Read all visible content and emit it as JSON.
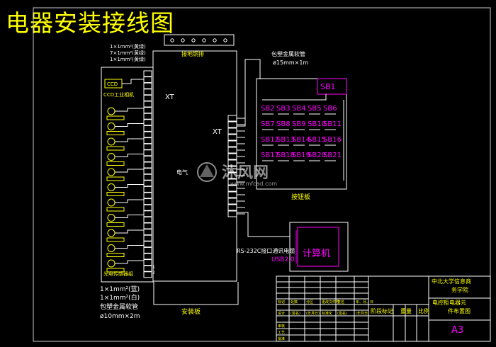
{
  "title": "电器安装接线图",
  "ground_bar": "接地铜排",
  "wire_notes": [
    "1×1mm²(黄绿)",
    "7×1mm²(黄绿)",
    "1×1mm²(黄绿)"
  ],
  "ccd_label": "CCD",
  "ccd_caption": "CCD工业相机",
  "xt_left": "XT",
  "xt_right": "XT",
  "elec_label": "电气",
  "sensor_group": "光电传感器组",
  "terminal_nums": [
    "1",
    "2"
  ],
  "pipe_top_title": "包塑金属软管",
  "pipe_top_spec": "ø15mm×1m",
  "sb_first": "SB1",
  "sb_rows": [
    [
      "SB2",
      "SB3",
      "SB4",
      "SB5",
      "SB6"
    ],
    [
      "SB7",
      "SB8",
      "SB9",
      "SB10",
      "SB11"
    ],
    [
      "SB12",
      "SB13",
      "SB14",
      "SB15",
      "SB16"
    ],
    [
      "SB17",
      "SB18",
      "SB19",
      "SB20",
      "SB21"
    ]
  ],
  "button_board": "按钮板",
  "rs232": "RS-232C接口通讯电缆",
  "usb": "USB2.0",
  "computer": "计算机",
  "bottom_notes": [
    "1×1mm²(蓝)",
    "1×1mm²(白)",
    "包塑金属软管",
    "ø10mm×2m"
  ],
  "mount_board": "安装板",
  "title_block": {
    "company": "中北大学信息商务学院",
    "drawing": "电控柜电器元件布置图",
    "size": "A3",
    "stage_label": "阶段标记",
    "weight_label": "重量",
    "scale_label": "比例",
    "row1": [
      "标记",
      "处数",
      "分区",
      "更改文件号",
      "签名",
      "年、月、日"
    ],
    "row2": [
      "设计",
      "(签名)",
      "(年月日)",
      "标准化",
      "(签名)",
      "(年月日)"
    ],
    "row3": [
      "审核",
      "工艺",
      "批准"
    ]
  },
  "watermark": {
    "text": "沐风网",
    "url": "www.mfcad.com"
  },
  "colors": {
    "yellow": "#ffff00",
    "white": "#ffffff",
    "magenta": "#ff00ff",
    "green": "#00ff00",
    "frame": "#cccccc"
  }
}
